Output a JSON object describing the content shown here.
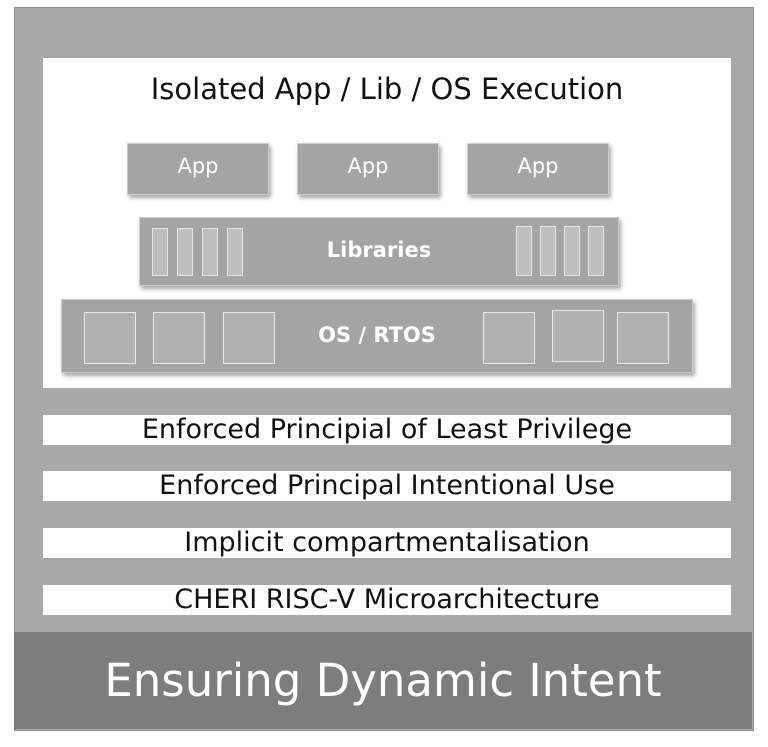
{
  "panel_title": "Isolated App / Lib / OS Execution",
  "apps": [
    {
      "label": "App"
    },
    {
      "label": "App"
    },
    {
      "label": "App"
    }
  ],
  "libraries_label": "Libraries",
  "os_label": "OS / RTOS",
  "layers": [
    "Enforced Principial of Least Privilege",
    "Enforced Principal Intentional Use",
    "Implicit compartmentalisation",
    "CHERI RISC-V Microarchitecture"
  ],
  "footer_title": "Ensuring Dynamic Intent"
}
